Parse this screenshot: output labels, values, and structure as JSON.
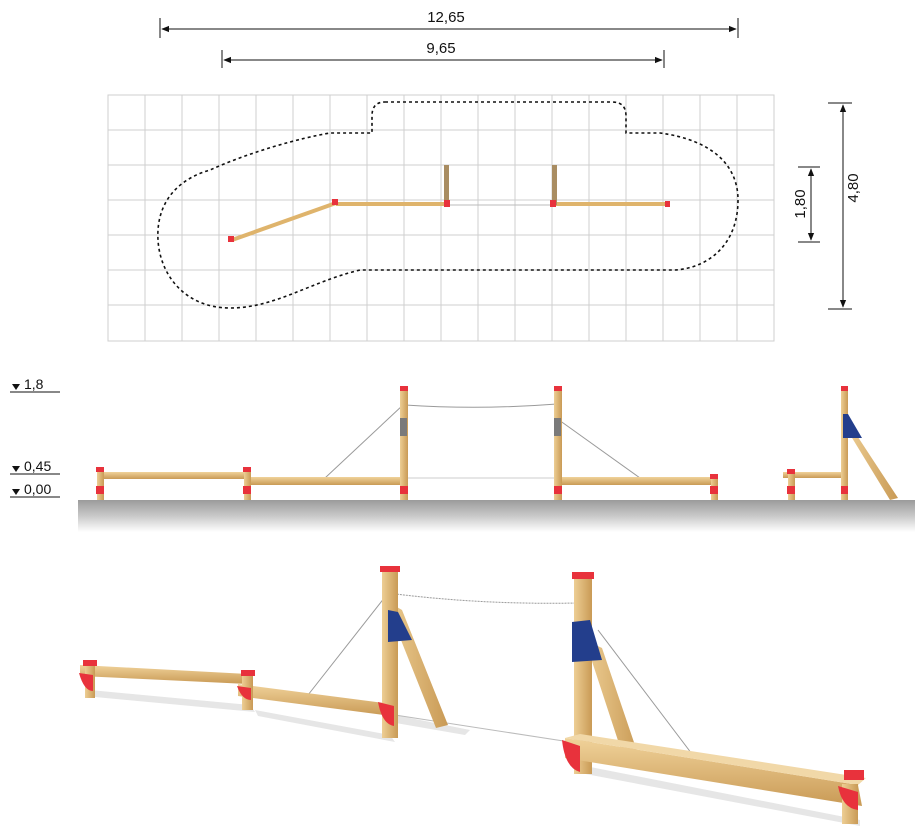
{
  "plan_view": {
    "overall_length": "12,65",
    "inner_length": "9,65",
    "depth_inner": "1,80",
    "depth_overall": "4,80"
  },
  "elevation_view": {
    "levels": [
      "1,8",
      "0,45",
      "0,00"
    ]
  },
  "colors": {
    "wood": "#e2bf7e",
    "wood_dark": "#c79a55",
    "cap_red": "#e8323c",
    "bracket_blue": "#233e8c",
    "ground": "#a9a9a9",
    "grid": "#cfcfcf"
  }
}
